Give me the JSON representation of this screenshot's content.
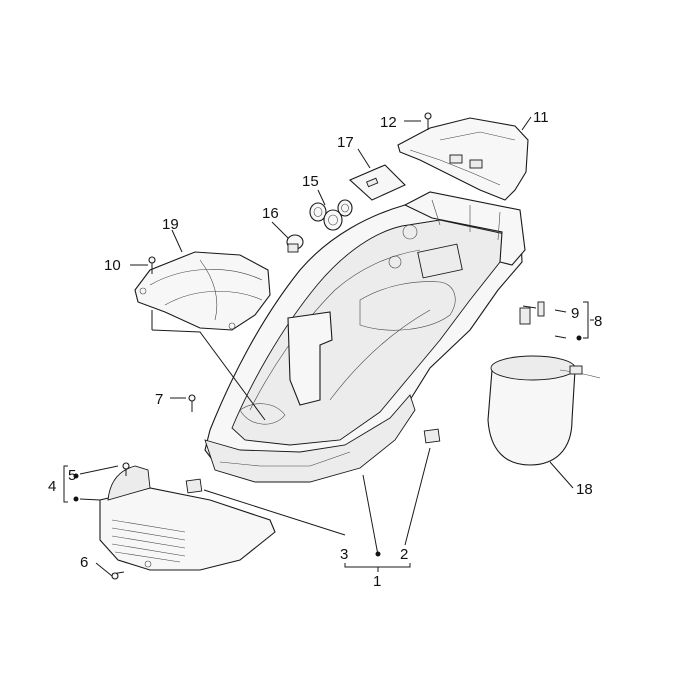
{
  "callouts": [
    {
      "id": "c1",
      "text": "1"
    },
    {
      "id": "c2",
      "text": "2"
    },
    {
      "id": "c3",
      "text": "3"
    },
    {
      "id": "c4",
      "text": "4"
    },
    {
      "id": "c5",
      "text": "5"
    },
    {
      "id": "c6",
      "text": "6"
    },
    {
      "id": "c7",
      "text": "7"
    },
    {
      "id": "c8",
      "text": "8"
    },
    {
      "id": "c9",
      "text": "9"
    },
    {
      "id": "c10",
      "text": "10"
    },
    {
      "id": "c11",
      "text": "11"
    },
    {
      "id": "c12",
      "text": "12"
    },
    {
      "id": "c15",
      "text": "15"
    },
    {
      "id": "c16",
      "text": "16"
    },
    {
      "id": "c17",
      "text": "17"
    },
    {
      "id": "c18",
      "text": "18"
    },
    {
      "id": "c19",
      "text": "19"
    }
  ]
}
